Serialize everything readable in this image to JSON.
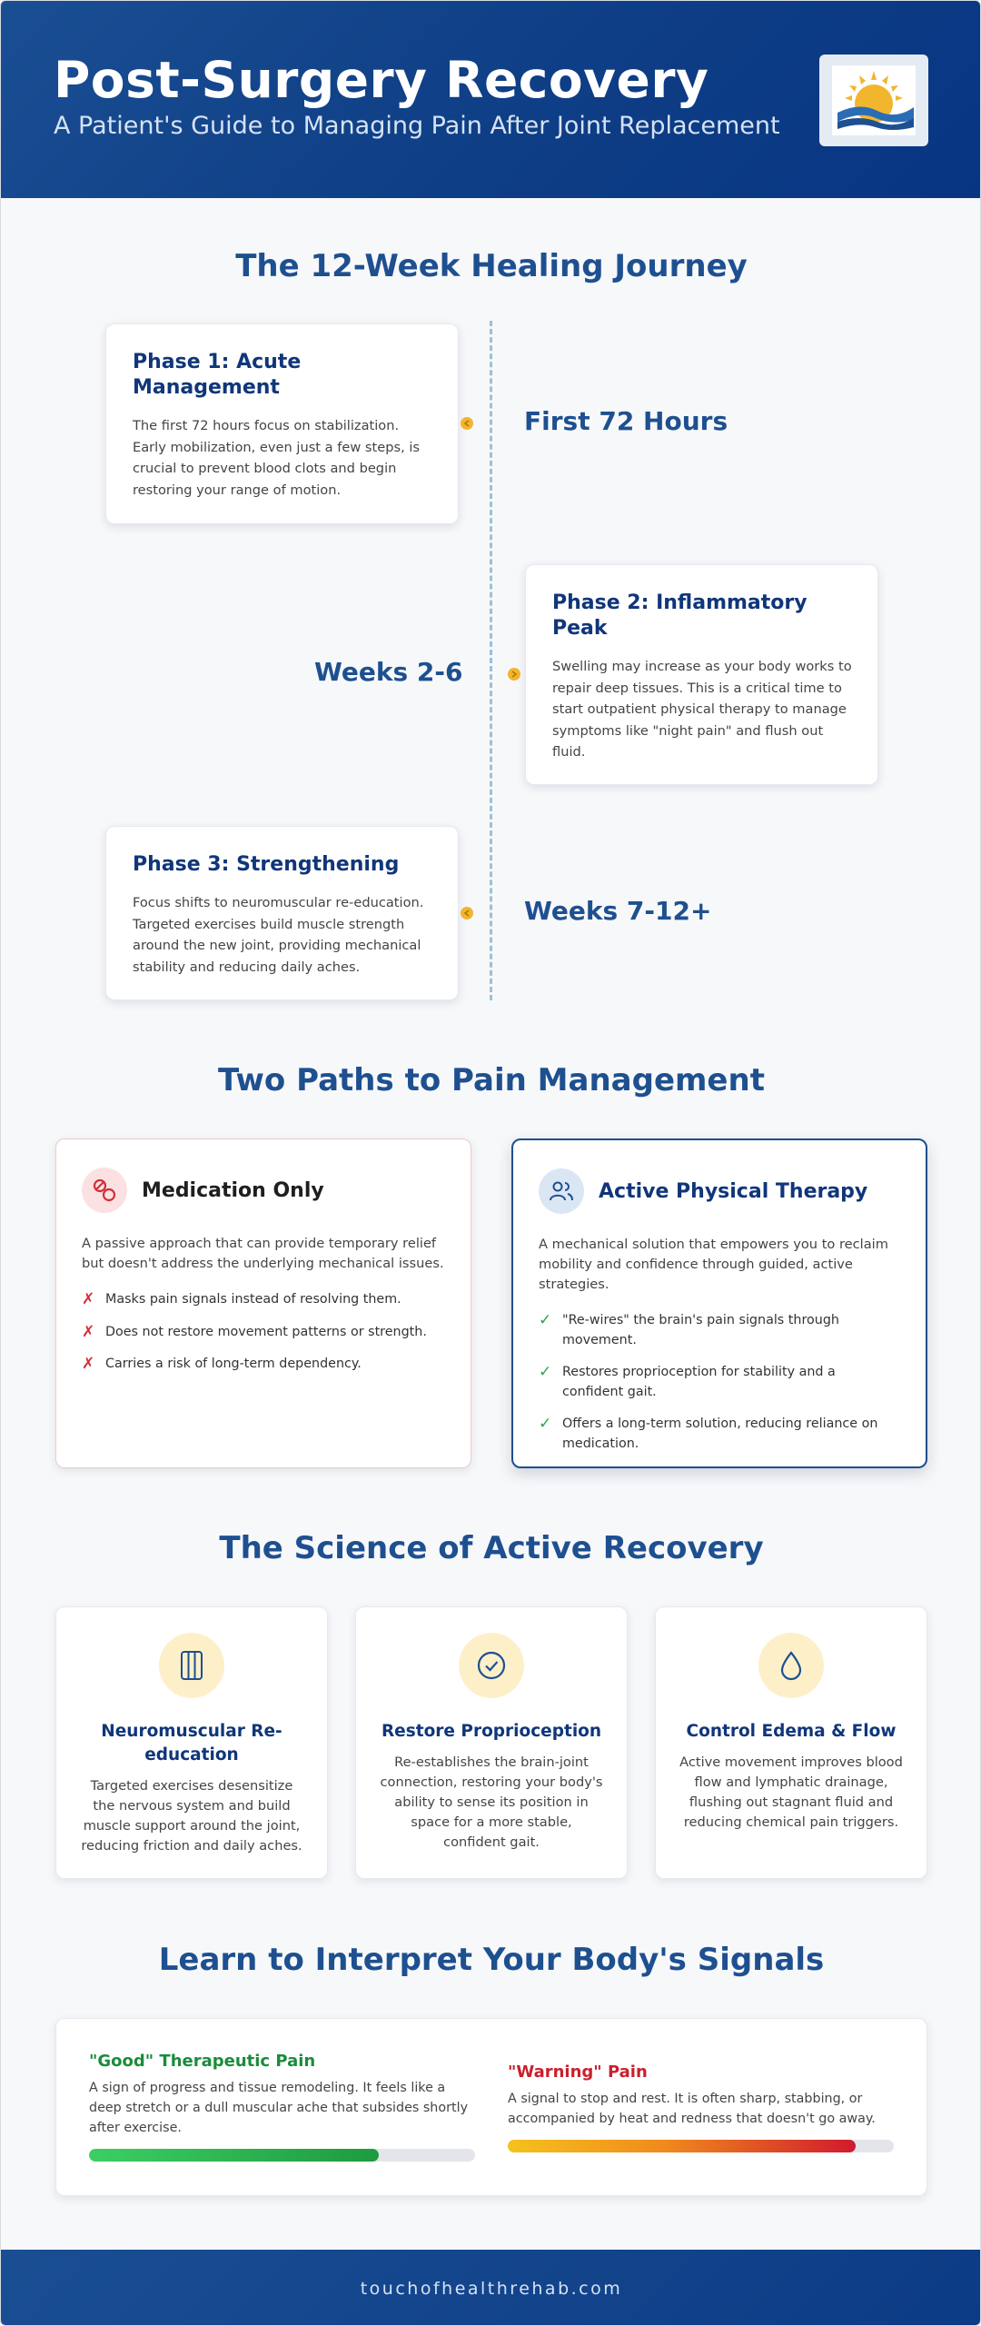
{
  "header": {
    "title": "Post-Surgery Recovery",
    "subtitle": "A Patient's Guide to Managing Pain After Joint Replacement",
    "logo_icon": "sun-wave-logo-icon"
  },
  "timeline": {
    "title": "The 12-Week Healing Journey",
    "phases": [
      {
        "title": "Phase 1: Acute Management",
        "text": "The first 72 hours focus on stabilization. Early mobilization, even just a few steps, is crucial to prevent blood clots and begin restoring your range of motion.",
        "label": "First 72 Hours"
      },
      {
        "title": "Phase 2: Inflammatory Peak",
        "text": "Swelling may increase as your body works to repair deep tissues. This is a critical time to start outpatient physical therapy to manage symptoms like \"night pain\" and flush out fluid.",
        "label": "Weeks 2-6"
      },
      {
        "title": "Phase 3: Strengthening",
        "text": "Focus shifts to neuromuscular re-education. Targeted exercises build muscle strength around the new joint, providing mechanical stability and reducing daily aches.",
        "label": "Weeks 7-12+"
      }
    ]
  },
  "paths": {
    "title": "Two Paths to Pain Management",
    "medication": {
      "title": "Medication Only",
      "icon": "pills-icon",
      "desc": "A passive approach that can provide temporary relief but doesn't address the underlying mechanical issues.",
      "items": [
        "Masks pain signals instead of resolving them.",
        "Does not restore movement patterns or strength.",
        "Carries a risk of long-term dependency."
      ],
      "mark": "✗",
      "color": "#d0303a"
    },
    "therapy": {
      "title": "Active Physical Therapy",
      "icon": "users-icon",
      "desc": "A mechanical solution that empowers you to reclaim mobility and confidence through guided, active strategies.",
      "items": [
        "\"Re-wires\" the brain's pain signals through movement.",
        "Restores proprioception for stability and a confident gait.",
        "Offers a long-term solution, reducing reliance on medication."
      ],
      "mark": "✓",
      "color": "#10367a"
    }
  },
  "science": {
    "title": "The Science of Active Recovery",
    "cards": [
      {
        "icon": "columns-icon",
        "title": "Neuromuscular Re-education",
        "text": "Targeted exercises desensitize the nervous system and build muscle support around the joint, reducing friction and daily aches."
      },
      {
        "icon": "check-circle-icon",
        "title": "Restore Proprioception",
        "text": "Re-establishes the brain-joint connection, restoring your body's ability to sense its position in space for a more stable, confident gait."
      },
      {
        "icon": "droplet-icon",
        "title": "Control Edema & Flow",
        "text": "Active movement improves blood flow and lymphatic drainage, flushing out stagnant fluid and reducing chemical pain triggers."
      }
    ]
  },
  "signals": {
    "title": "Learn to Interpret Your Body's Signals",
    "good": {
      "title": "\"Good\" Therapeutic Pain",
      "text": "A sign of progress and tissue remodeling. It feels like a deep stretch or a dull muscular ache that subsides shortly after exercise.",
      "level": 0.75,
      "color": "#1a8c3a"
    },
    "warning": {
      "title": "\"Warning\" Pain",
      "text": "A signal to stop and rest. It is often sharp, stabbing, or accompanied by heat and redness that doesn't go away.",
      "level": 0.9,
      "color": "#c8202c"
    }
  },
  "footer": {
    "text": "touchofhealthrehab.com"
  },
  "colors": {
    "primary": "#1e5090",
    "dark_blue": "#10367a",
    "accent_gold": "#f2b52e",
    "green": "#2da44e",
    "red": "#d0303a"
  }
}
